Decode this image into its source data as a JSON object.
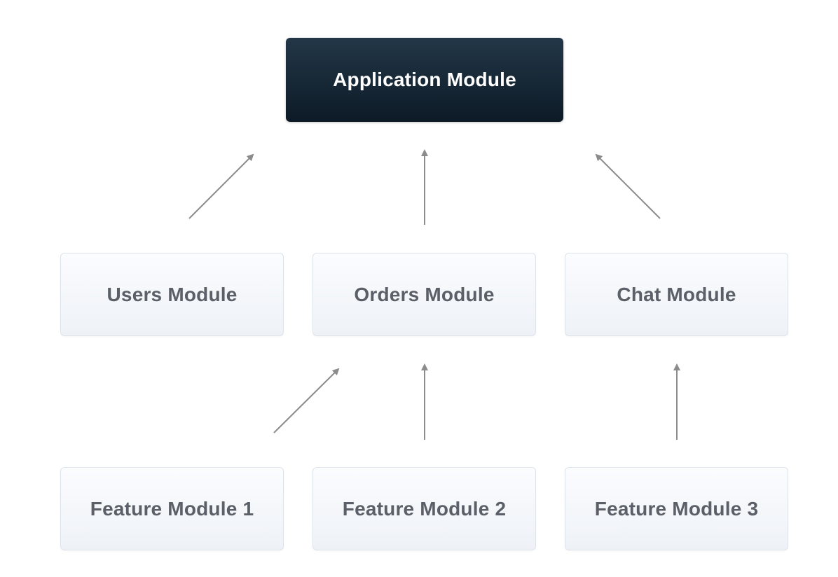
{
  "diagram": {
    "root": {
      "label": "Application Module"
    },
    "modules": [
      {
        "label": "Users Module"
      },
      {
        "label": "Orders Module"
      },
      {
        "label": "Chat Module"
      }
    ],
    "features": [
      {
        "label": "Feature Module 1"
      },
      {
        "label": "Feature Module 2"
      },
      {
        "label": "Feature Module 3"
      }
    ],
    "colors": {
      "root_background": "#0c1a26",
      "root_text": "#ffffff",
      "node_background": "#eef2f7",
      "node_border": "#dfe4ea",
      "node_text": "#5b6068",
      "arrow": "#8c8c8c"
    }
  }
}
